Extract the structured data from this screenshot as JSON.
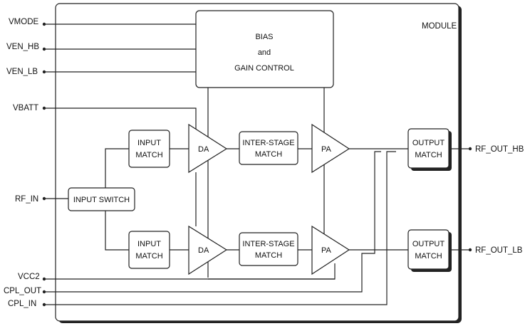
{
  "module_label": "MODULE",
  "pins": {
    "vmode": "VMODE",
    "ven_hb": "VEN_HB",
    "ven_lb": "VEN_LB",
    "vbatt": "VBATT",
    "rf_in": "RF_IN",
    "vcc2": "VCC2",
    "cpl_out": "CPL_OUT",
    "cpl_in": "CPL_IN",
    "rf_out_hb": "RF_OUT_HB",
    "rf_out_lb": "RF_OUT_LB"
  },
  "blocks": {
    "bias_line1": "BIAS",
    "bias_line2": "and",
    "bias_line3": "GAIN CONTROL",
    "input_switch": "INPUT SWITCH",
    "input_match_line1": "INPUT",
    "input_match_line2": "MATCH",
    "da": "DA",
    "interstage_line1": "INTER-STAGE",
    "interstage_line2": "MATCH",
    "pa": "PA",
    "output_match_line1": "OUTPUT",
    "output_match_line2": "MATCH"
  }
}
